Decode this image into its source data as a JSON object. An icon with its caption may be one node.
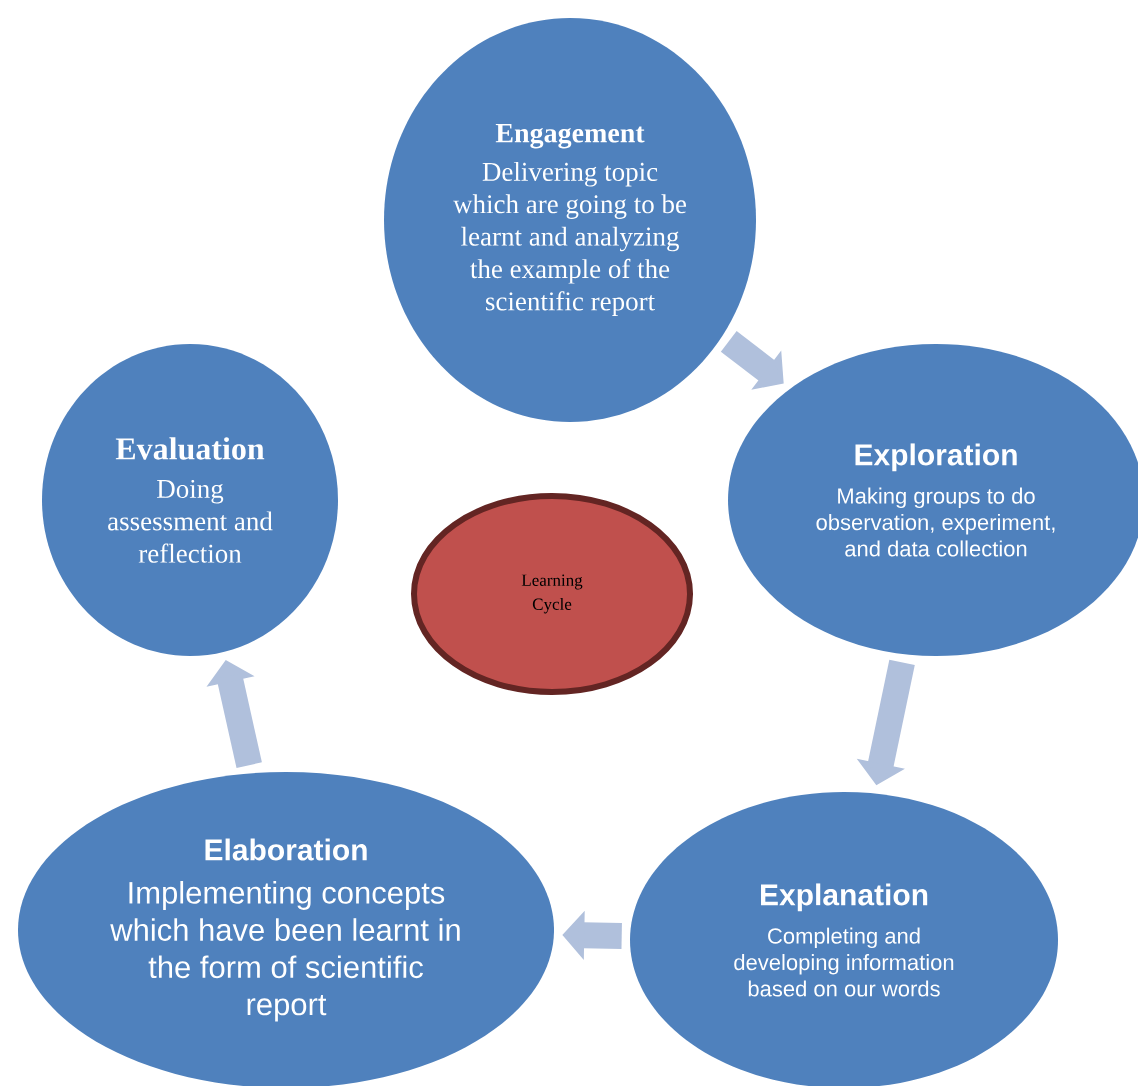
{
  "diagram": {
    "nodes": [
      {
        "text": [
          "Engagement",
          "Delivering topic which are going to be learnt and analyzing the example of the scientific report"
        ]
      },
      {
        "text": [
          "Exploration",
          "Making groups to do observation, experiment, and data collection"
        ]
      },
      {
        "text": [
          "Explanation",
          "Completing and developing information based on our words"
        ]
      },
      {
        "text": [
          "Elaboration",
          "Implementing concepts which have been learnt in the form of scientific report"
        ]
      },
      {
        "text": [
          "Evaluation",
          "Doing assessment and reflection"
        ]
      },
      {
        "text": [
          "Learning Cycle"
        ]
      }
    ],
    "edges": [
      {
        "from": 0,
        "to": 1,
        "arrow": "to"
      },
      {
        "from": 1,
        "to": 2,
        "arrow": "to"
      },
      {
        "from": 2,
        "to": 3,
        "arrow": "to"
      },
      {
        "from": 3,
        "to": 4,
        "arrow": "to"
      }
    ]
  }
}
